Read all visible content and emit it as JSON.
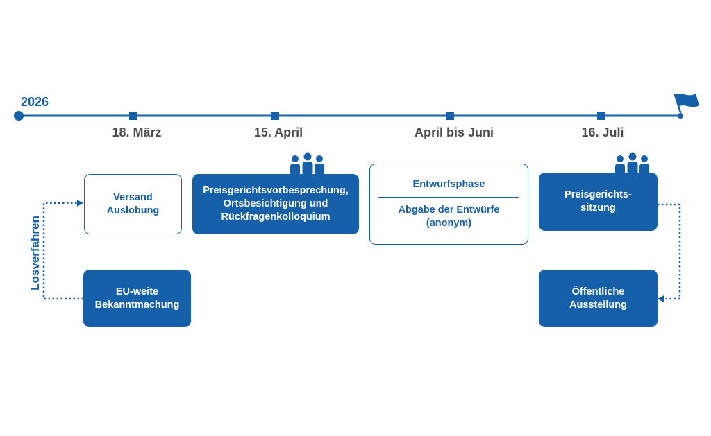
{
  "timeline": {
    "year": "2026",
    "dates": {
      "march": "18. März",
      "april": "15. April",
      "april_june": "April bis Juni",
      "july": "16. Juli"
    }
  },
  "boxes": {
    "versand": {
      "line1": "Versand",
      "line2": "Auslobung"
    },
    "preisgerichtsvorbesprechung": {
      "line1": "Preisgerichtsvorbesprechung,",
      "line2": "Ortsbesichtigung und",
      "line3": "Rückfragenkolloquium"
    },
    "entwurfsphase": {
      "title": "Entwurfsphase",
      "line1": "Abgabe der Entwürfe",
      "line2": "(anonym)"
    },
    "preisgerichtssitzung": {
      "line1": "Preisgerichts-",
      "line2": "sitzung"
    },
    "eu_bekanntmachung": {
      "line1": "EU-weite",
      "line2": "Bekanntmachung"
    },
    "ausstellung": {
      "line1": "Öffentliche",
      "line2": "Ausstellung"
    }
  },
  "side_label": "Losverfahren",
  "colors": {
    "primary": "#1560a8",
    "date_text": "#4d4d4d",
    "background": "#ffffff"
  },
  "icons": [
    "flag-icon",
    "people-icon"
  ]
}
